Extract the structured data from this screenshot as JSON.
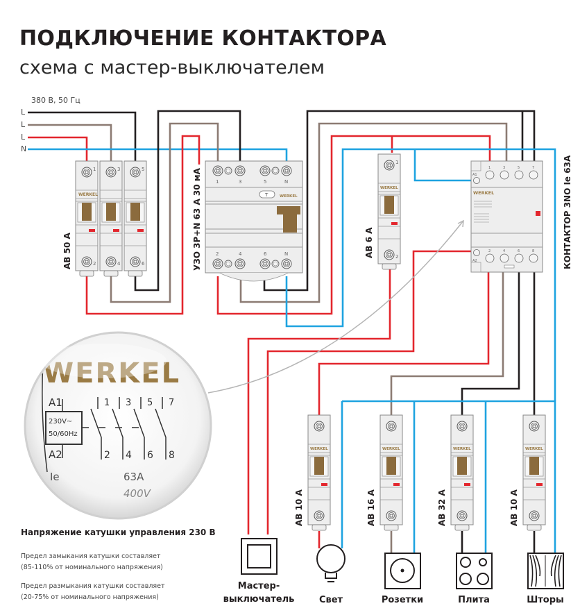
{
  "header": {
    "title": "ПОДКЛЮЧЕНИЕ КОНТАКТОРА",
    "subtitle": "схема с мастер-выключателем"
  },
  "supply": {
    "label": "380 В, 50 Гц",
    "lines": [
      {
        "label": "L",
        "color": "#231f20"
      },
      {
        "label": "L",
        "color": "#8c7b73"
      },
      {
        "label": "L",
        "color": "#e3262d"
      },
      {
        "label": "N",
        "color": "#1ea3e0"
      }
    ]
  },
  "wire_colors": {
    "black": "#231f20",
    "brown": "#8c7b73",
    "red": "#e3262d",
    "blue": "#1ea3e0"
  },
  "brand": {
    "name": "WERKEL",
    "color": "#9a7b45"
  },
  "devices": {
    "main_breaker": {
      "label": "АВ 50 А",
      "terminals_top": [
        "1",
        "3",
        "5"
      ],
      "terminals_bottom": [
        "2",
        "4",
        "6"
      ]
    },
    "rcd": {
      "label": "УЗО 3P+N 63 А 30 мА",
      "terminals_top": [
        "1",
        "3",
        "5",
        "N"
      ],
      "terminals_bottom": [
        "2",
        "4",
        "6",
        "N"
      ],
      "test_button": "T"
    },
    "control_breaker": {
      "label": "АВ 6 А",
      "terminals_top": [
        "1"
      ],
      "terminals_bottom": [
        "2"
      ]
    },
    "contactor": {
      "label": "КОНТАКТОР 3NO Ie 63A",
      "terminals_top": [
        "1",
        "3",
        "5",
        "7"
      ],
      "terminals_bottom": [
        "2",
        "4",
        "6",
        "8"
      ],
      "coil_top": "A1",
      "coil_bottom": "A2"
    },
    "branch_breakers": [
      {
        "label": "АВ 10 А",
        "load": "Свет"
      },
      {
        "label": "АВ 16 А",
        "load": "Розетки"
      },
      {
        "label": "АВ 32 А",
        "load": "Плита"
      },
      {
        "label": "АВ 10 А",
        "load": "Шторы"
      }
    ],
    "master_switch": {
      "label_line1": "Мастер-",
      "label_line2": "выключатель"
    }
  },
  "magnifier": {
    "brand": "WERKEL",
    "coil_top": "A1",
    "coil_bottom": "A2",
    "coil_rating_line1": "230V~",
    "coil_rating_line2": "50/60Hz",
    "contacts_top": [
      "1",
      "3",
      "5",
      "7"
    ],
    "contacts_bottom": [
      "2",
      "4",
      "6",
      "8"
    ],
    "param_name": "Ie",
    "param_value": "63A",
    "param_value2": "400V"
  },
  "notes": {
    "heading": "Напряжение катушки управления 230 В",
    "close_line1": "Предел замыкания катушки составляет",
    "close_line2": "(85-110% от номинального напряжения)",
    "open_line1": "Предел размыкания катушки составляет",
    "open_line2": "(20-75% от номинального напряжения)"
  }
}
